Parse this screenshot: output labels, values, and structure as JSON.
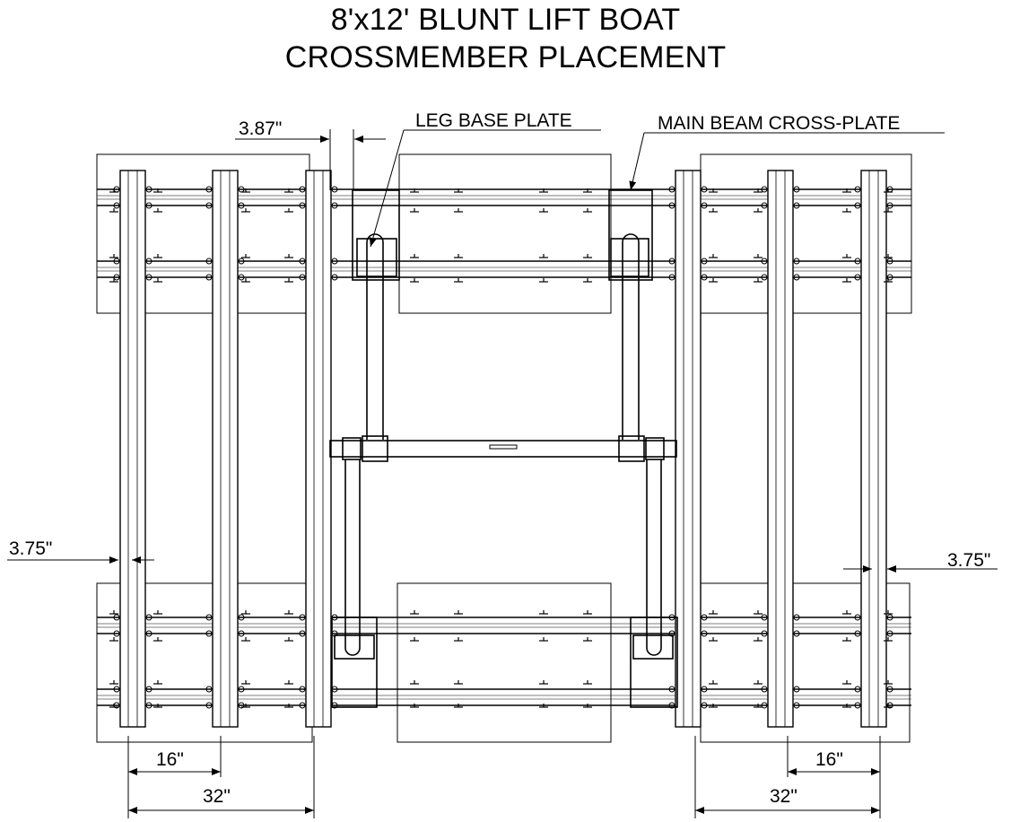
{
  "title": {
    "line1": "8'x12' BLUNT LIFT BOAT",
    "line2": "CROSSMEMBER PLACEMENT"
  },
  "callouts": {
    "leg_base_plate": "LEG BASE PLATE",
    "main_beam_cross_plate": "MAIN BEAM CROSS-PLATE"
  },
  "dimensions": {
    "top_gap": "3.87\"",
    "left_offset": "3.75\"",
    "right_offset": "3.75\"",
    "left_spacing_16": "16\"",
    "left_spacing_32": "32\"",
    "right_spacing_16": "16\"",
    "right_spacing_32": "32\""
  }
}
